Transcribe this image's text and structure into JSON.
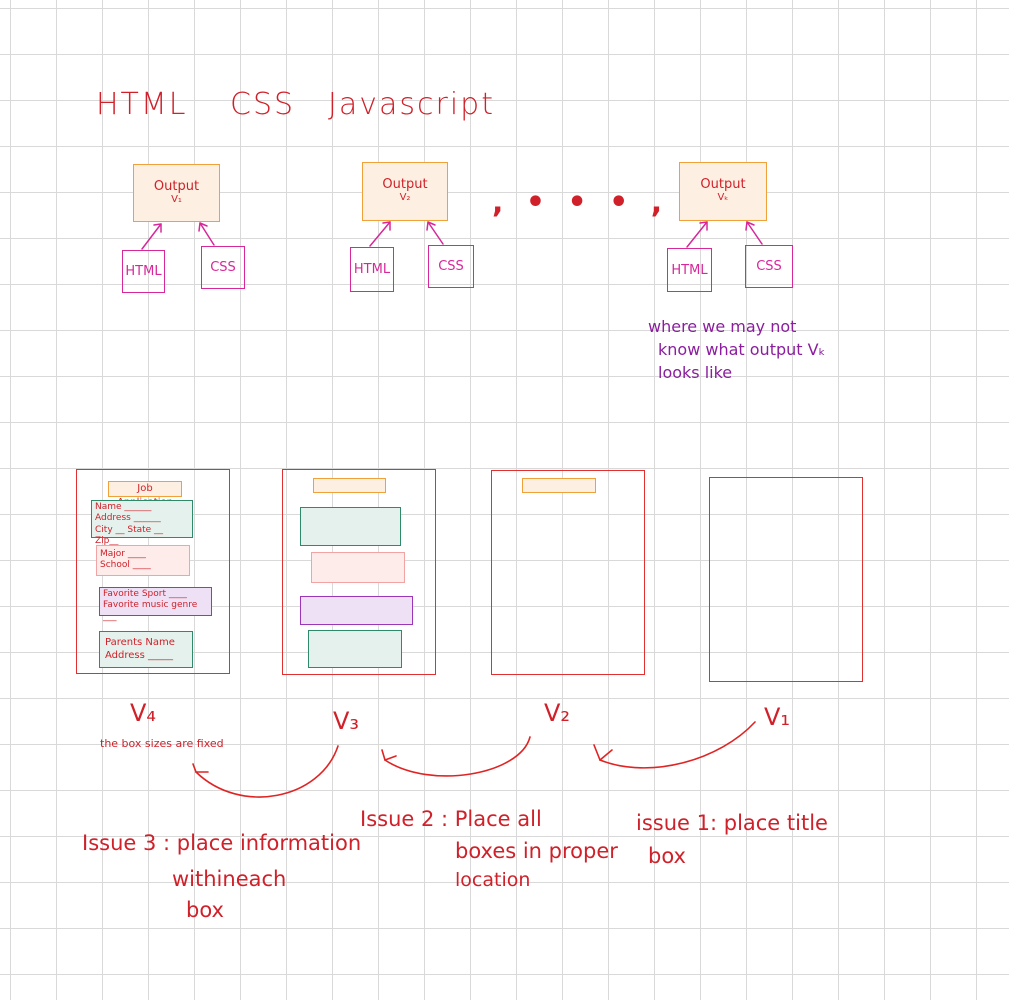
{
  "title": {
    "html": "HTML",
    "css": "CSS",
    "javascript": "Javascript"
  },
  "outputs": [
    {
      "label": "Output",
      "version": "V₁",
      "html": "HTML",
      "css": "CSS"
    },
    {
      "label": "Output",
      "version": "V₂",
      "html": "HTML",
      "css": "CSS"
    },
    {
      "label": "Output",
      "version": "Vₖ",
      "html": "HTML",
      "css": "CSS"
    }
  ],
  "ellipsis": ", • • • ,",
  "note": [
    "where we may not",
    "know what output Vₖ",
    "looks like"
  ],
  "v4_form": {
    "title": "Job Application",
    "group1": [
      "Name ______",
      "Address ______",
      "City __ State __ Zip__"
    ],
    "group2": [
      "Major ____",
      "School ____"
    ],
    "group3": [
      "Favorite Sport ____",
      "Favorite music genre ___"
    ],
    "group4": [
      "Parents Name",
      "Address _____"
    ]
  },
  "versions": {
    "v4": "V₄",
    "v3": "V₃",
    "v2": "V₂",
    "v1": "V₁"
  },
  "v4_note": "the box sizes are fixed",
  "issues": {
    "issue3": [
      "Issue 3 : place information",
      "withineach",
      "box"
    ],
    "issue2": [
      "Issue 2 : Place all",
      "boxes in proper",
      "location"
    ],
    "issue1": [
      "issue 1: place title",
      "box"
    ]
  }
}
